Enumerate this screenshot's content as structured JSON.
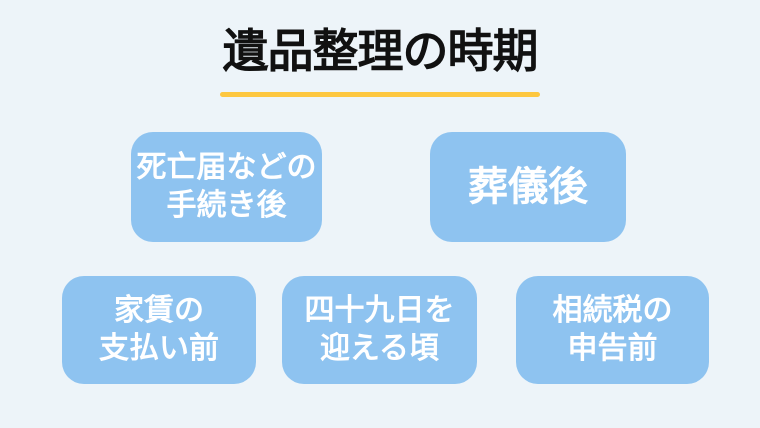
{
  "page": {
    "background_color": "#edf4f9",
    "accent_yellow": "#fdc740",
    "box_blue": "#8ec3f0",
    "box_text_color": "#ffffff",
    "title_color": "#111111"
  },
  "header": {
    "title": "遺品整理の時期"
  },
  "boxes": [
    {
      "lines": [
        "死亡届などの",
        "手続き後"
      ]
    },
    {
      "lines": [
        "葬儀後"
      ]
    },
    {
      "lines": [
        "家賃の",
        "支払い前"
      ]
    },
    {
      "lines": [
        "四十九日を",
        "迎える頃"
      ]
    },
    {
      "lines": [
        "相続税の",
        "申告前"
      ]
    }
  ]
}
